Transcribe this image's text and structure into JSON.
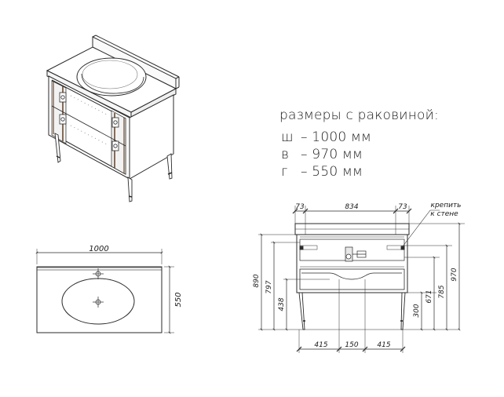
{
  "specs": {
    "title": "размеры с раковиной:",
    "rows": [
      {
        "key": "ш",
        "value": "– 1000 мм"
      },
      {
        "key": "в",
        "value": "– 970 мм"
      },
      {
        "key": "г",
        "value": "– 550 мм"
      }
    ]
  },
  "top_view": {
    "width_label": "1000",
    "depth_label": "550"
  },
  "front_view": {
    "top_dims": [
      "73",
      "834",
      "73"
    ],
    "bottom_dims": [
      "415",
      "150",
      "415"
    ],
    "left_dims": [
      "890",
      "797",
      "438"
    ],
    "right_dims": [
      "300",
      "671",
      "785",
      "970"
    ],
    "note_line1": "крепить",
    "note_line2": "к стене"
  }
}
